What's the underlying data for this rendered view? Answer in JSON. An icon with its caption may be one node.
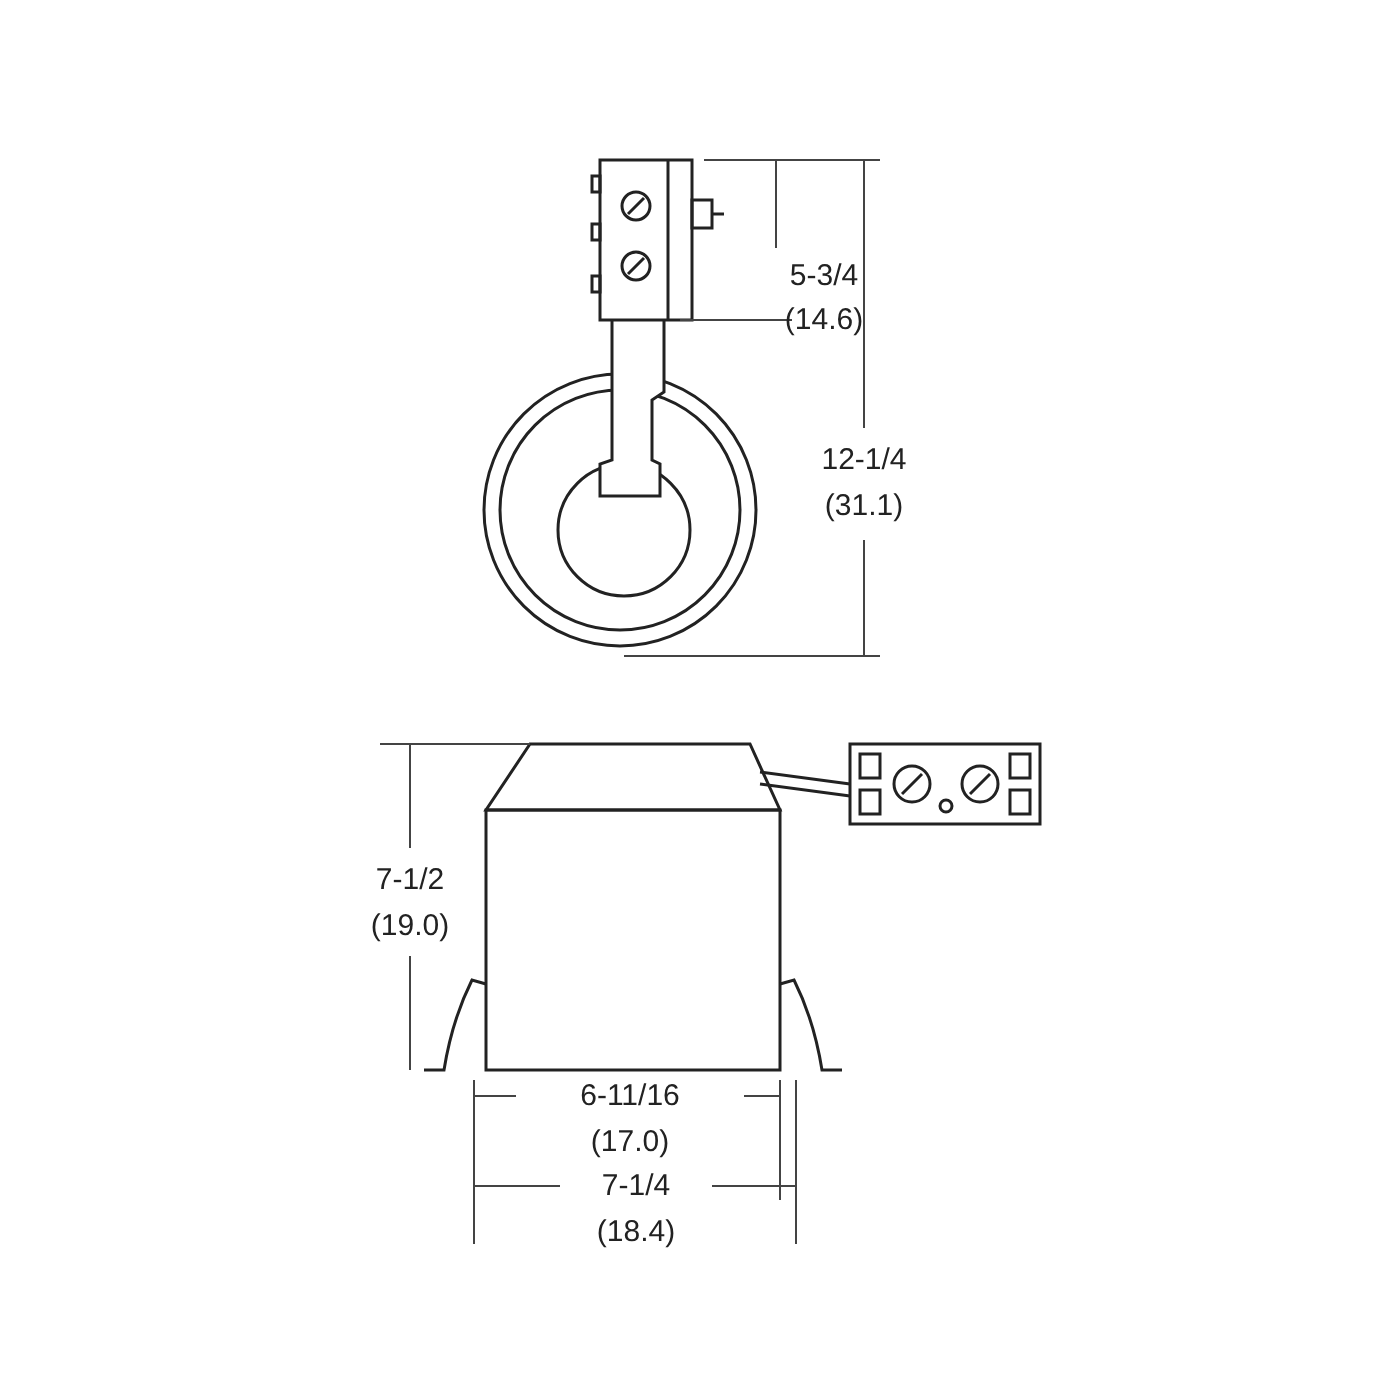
{
  "diagram": {
    "labels": [
      "5-3/4",
      "(14.6)",
      "12-1/4",
      "(31.1)",
      "7-1/2",
      "(19.0)",
      "6-11/16",
      "(17.0)",
      "7-1/4",
      "(18.4)"
    ]
  }
}
